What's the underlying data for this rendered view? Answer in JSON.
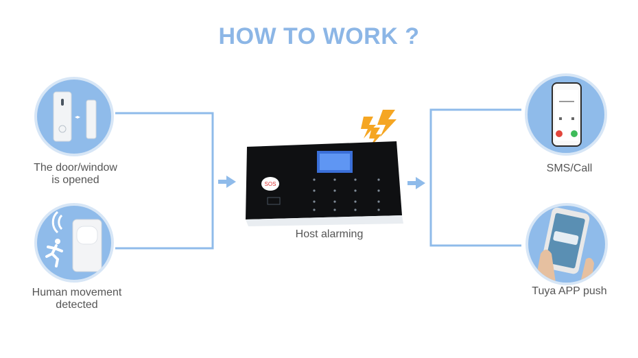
{
  "title": "HOW TO WORK ?",
  "inputs": {
    "door": "The door/window\nis opened",
    "motion": "Human movement\ndetected"
  },
  "host": {
    "label": "Host alarming",
    "sos": "SOS"
  },
  "outputs": {
    "sms": "SMS/Call",
    "app": "Tuya APP push"
  },
  "colors": {
    "accent": "#8cb6e6",
    "line": "#8fbbea",
    "warning": "#f5a623"
  },
  "icons": [
    "door-sensor-icon",
    "motion-sensor-icon",
    "running-person-icon",
    "lightning-icon",
    "phone-icon",
    "hand-phone-icon",
    "arrow-right-icon"
  ]
}
